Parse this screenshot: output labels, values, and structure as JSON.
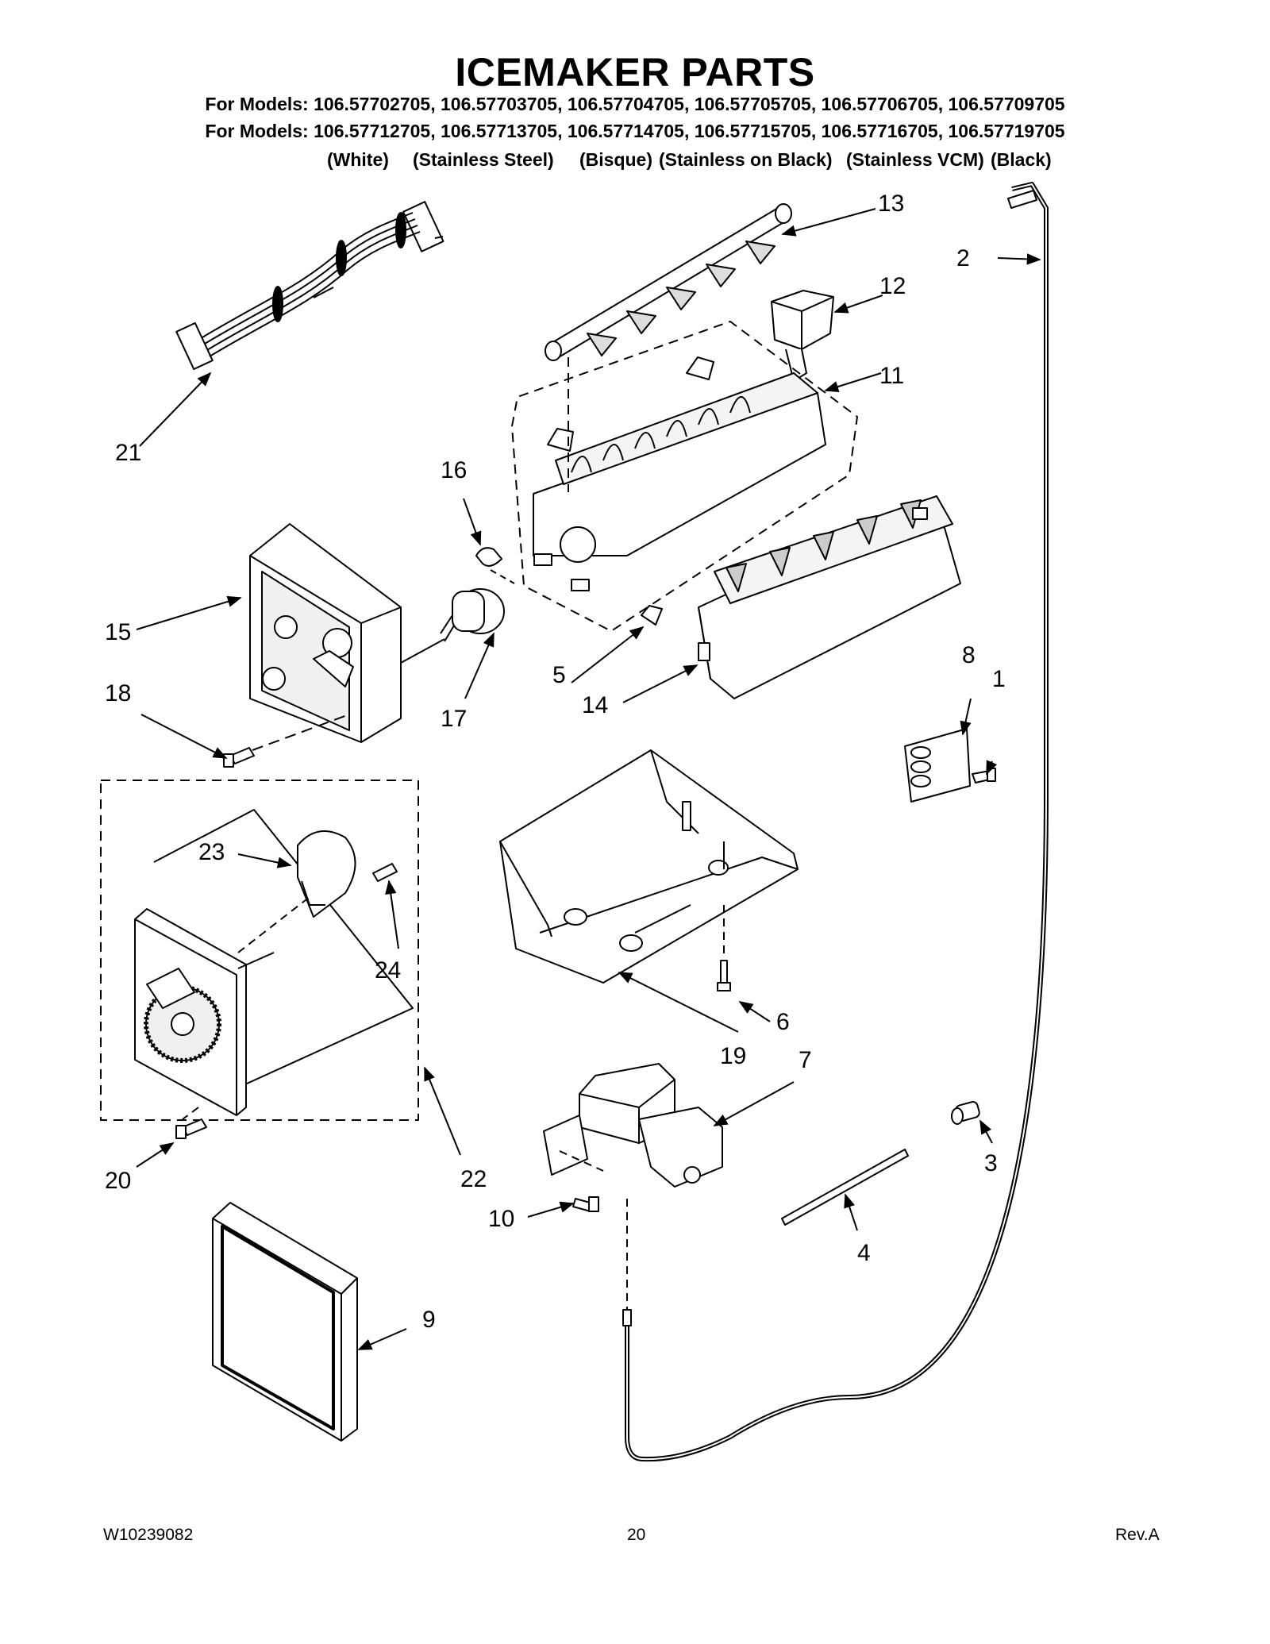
{
  "title": "ICEMAKER PARTS",
  "model_lines": [
    "For Models: 106.57702705, 106.57703705, 106.57704705, 106.57705705, 106.57706705, 106.57709705",
    "For Models: 106.57712705, 106.57713705, 106.57714705, 106.57715705, 106.57716705, 106.57719705"
  ],
  "finishes": [
    "(White)",
    "(Stainless Steel)",
    "(Bisque)",
    "(Stainless on Black)",
    "(Stainless VCM)",
    "(Black)"
  ],
  "callouts": [
    "1",
    "2",
    "3",
    "4",
    "5",
    "6",
    "7",
    "8",
    "9",
    "10",
    "11",
    "12",
    "13",
    "14",
    "15",
    "16",
    "17",
    "18",
    "19",
    "20",
    "21",
    "22",
    "23",
    "24"
  ],
  "footer": {
    "doc_number": "W10239082",
    "page": "20",
    "revision": "Rev.A"
  }
}
